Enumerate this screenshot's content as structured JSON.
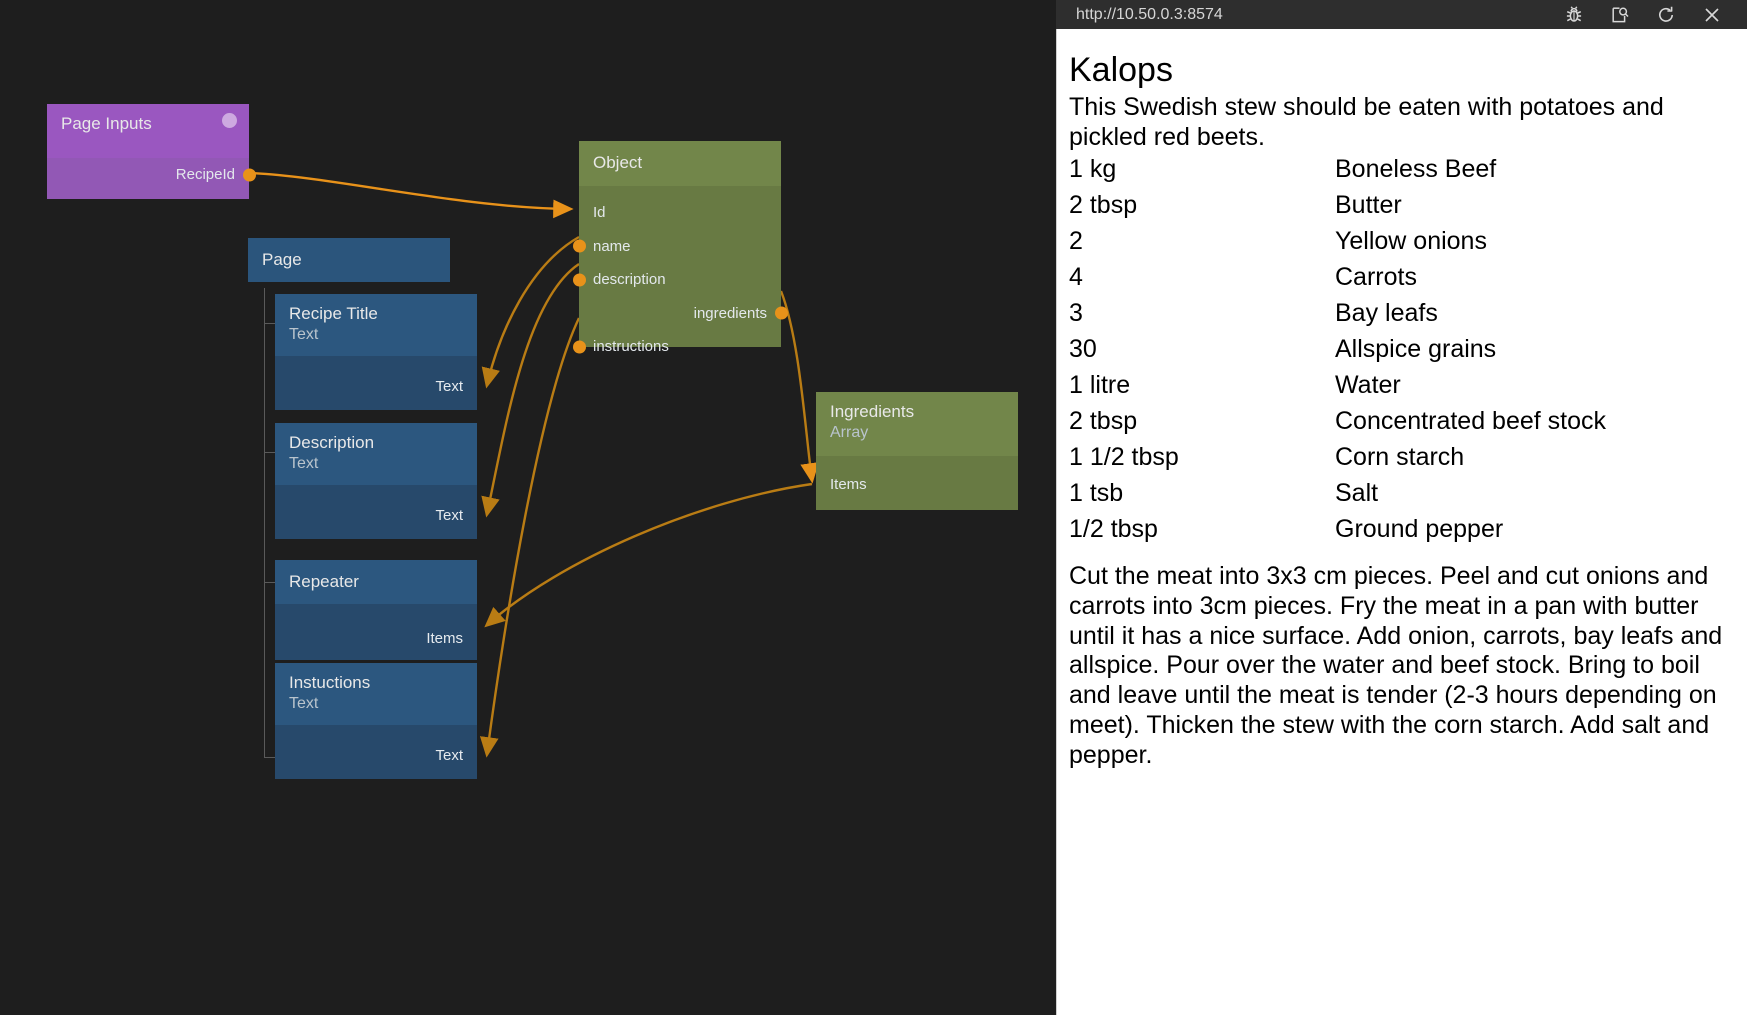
{
  "graph": {
    "page_inputs_node": {
      "title": "Page Inputs",
      "output_port": "RecipeId"
    },
    "page_node": {
      "title": "Page"
    },
    "children": [
      {
        "title": "Recipe Title",
        "subtitle": "Text",
        "port": "Text"
      },
      {
        "title": "Description",
        "subtitle": "Text",
        "port": "Text"
      },
      {
        "title": "Repeater",
        "subtitle": "",
        "port": "Items"
      },
      {
        "title": "Instuctions",
        "subtitle": "Text",
        "port": "Text"
      }
    ],
    "object_node": {
      "title": "Object",
      "inputs": [
        "Id",
        "name",
        "description",
        "instructions"
      ],
      "outputs": [
        "ingredients"
      ]
    },
    "ingredients_node": {
      "title": "Ingredients",
      "subtitle": "Array",
      "input": "Items"
    },
    "colors": {
      "canvas_bg": "#1e1e1e",
      "purple_header": "#9a57c0",
      "purple_body": "#9258b5",
      "blue_header": "#2c577f",
      "blue_body": "#27496b",
      "green_header": "#72864a",
      "green_body": "#687a43",
      "wire": "#e8921a",
      "wire_dim": "#b97c14"
    }
  },
  "panel": {
    "url": "http://10.50.0.3:8574",
    "icons": {
      "debug": "bug-icon",
      "inspect": "page-search-icon",
      "reload": "refresh-icon",
      "close": "close-icon"
    },
    "recipe": {
      "title": "Kalops",
      "description": "This Swedish stew should be eaten with potatoes and pickled red beets.",
      "ingredients": [
        {
          "amount": "1 kg",
          "name": "Boneless Beef"
        },
        {
          "amount": "2 tbsp",
          "name": "Butter"
        },
        {
          "amount": "2",
          "name": "Yellow onions"
        },
        {
          "amount": "4",
          "name": "Carrots"
        },
        {
          "amount": "3",
          "name": "Bay leafs"
        },
        {
          "amount": "30",
          "name": "Allspice grains"
        },
        {
          "amount": "1 litre",
          "name": "Water"
        },
        {
          "amount": "2 tbsp",
          "name": "Concentrated beef stock"
        },
        {
          "amount": "1 1/2 tbsp",
          "name": "Corn starch"
        },
        {
          "amount": "1 tsb",
          "name": "Salt"
        },
        {
          "amount": "1/2 tbsp",
          "name": "Ground pepper"
        }
      ],
      "instructions": "Cut the meat into 3x3 cm pieces. Peel and cut onions and carrots into 3cm pieces. Fry the meat in a pan with butter until it has a nice surface. Add onion, carrots, bay leafs and allspice. Pour over the water and beef stock. Bring to boil and leave until the meat is tender (2-3 hours depending on meet). Thicken the stew with the corn starch. Add salt and pepper."
    }
  }
}
